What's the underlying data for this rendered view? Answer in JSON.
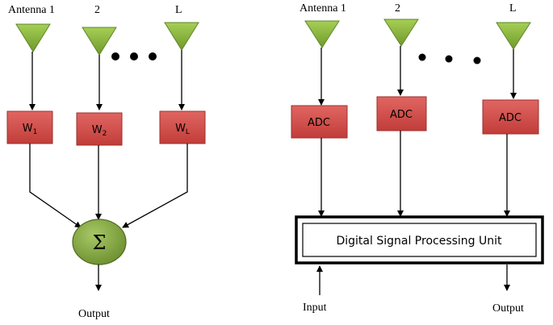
{
  "colors": {
    "antenna": "#8dbd3e",
    "box": "#d24b48",
    "summer": "#7ea03a",
    "line": "#000000"
  },
  "analog": {
    "antenna_labels": [
      "Antenna 1",
      "2",
      "L"
    ],
    "ellipsis": "•••",
    "weights": [
      {
        "main": "W",
        "sub": "1"
      },
      {
        "main": "W",
        "sub": "2"
      },
      {
        "main": "W",
        "sub": "L"
      }
    ],
    "summer_symbol": "Σ",
    "output_label": "Output"
  },
  "digital": {
    "antenna_labels": [
      "Antenna 1",
      "2",
      "L"
    ],
    "ellipsis": "•  •  •",
    "adc_labels": [
      "ADC",
      "ADC",
      "ADC"
    ],
    "dsp_label": "Digital Signal Processing Unit",
    "input_label": "Input",
    "output_label": "Output"
  }
}
